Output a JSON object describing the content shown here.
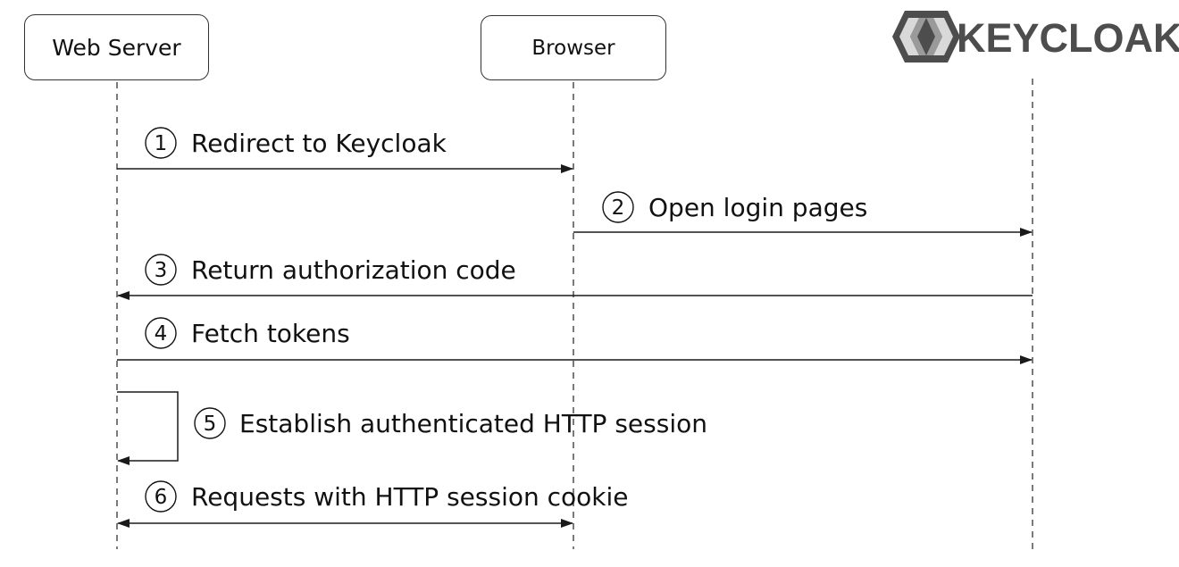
{
  "participants": {
    "web_server": "Web Server",
    "browser": "Browser",
    "keycloak_logo_text": "KEYCLOAK"
  },
  "messages": [
    {
      "step": "1",
      "label": "Redirect to Keycloak",
      "from": "web_server",
      "to": "browser"
    },
    {
      "step": "2",
      "label": "Open login pages",
      "from": "browser",
      "to": "keycloak"
    },
    {
      "step": "3",
      "label": "Return authorization code",
      "from": "keycloak",
      "to": "web_server"
    },
    {
      "step": "4",
      "label": "Fetch tokens",
      "from": "web_server",
      "to": "keycloak"
    },
    {
      "step": "5",
      "label": "Establish authenticated HTTP session",
      "from": "web_server",
      "to": "web_server"
    },
    {
      "step": "6",
      "label": "Requests with HTTP session cookie",
      "from": "web_server",
      "to": "browser",
      "bidirectional": true
    }
  ],
  "colors": {
    "line": "#1a1a1a",
    "logo_dark": "#4d4d4d",
    "logo_light": "#b3b3b3"
  }
}
